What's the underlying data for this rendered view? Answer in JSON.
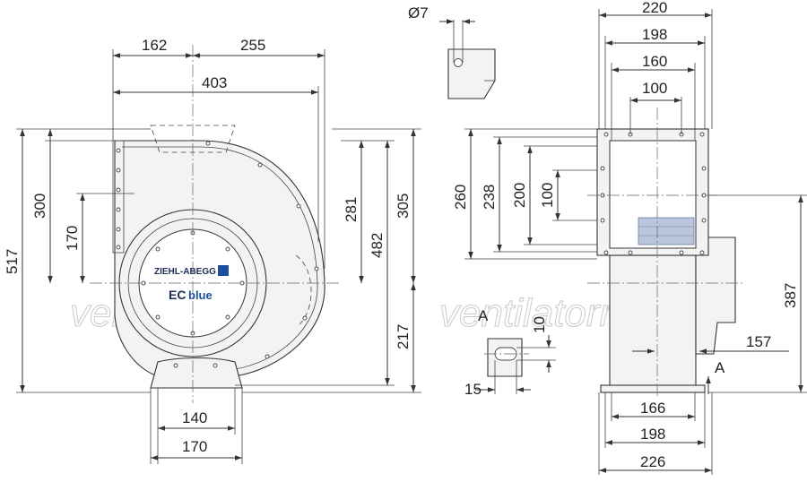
{
  "front_view": {
    "dims": [
      "162",
      "255",
      "403",
      "300",
      "170",
      "517",
      "281",
      "482",
      "305",
      "217",
      "140",
      "170"
    ],
    "brand": "ZIEHL-ABEGG",
    "product_prefix": "EC",
    "product_suffix": "blue"
  },
  "detail_hole": {
    "diameter": "Ø7"
  },
  "side_view": {
    "dims": [
      "220",
      "198",
      "160",
      "100",
      "260",
      "238",
      "200",
      "100",
      "387",
      "157",
      "166",
      "198",
      "226"
    ],
    "section_mark": "A"
  },
  "detail_slot": {
    "title": "A",
    "dims": [
      "10",
      "15"
    ]
  },
  "watermark": "ventilatorry.ru",
  "colors": {
    "line": "#333333",
    "fill": "#f3f3f3",
    "label": "#b9c6dd",
    "brand_blue": "#1a4f9c"
  }
}
